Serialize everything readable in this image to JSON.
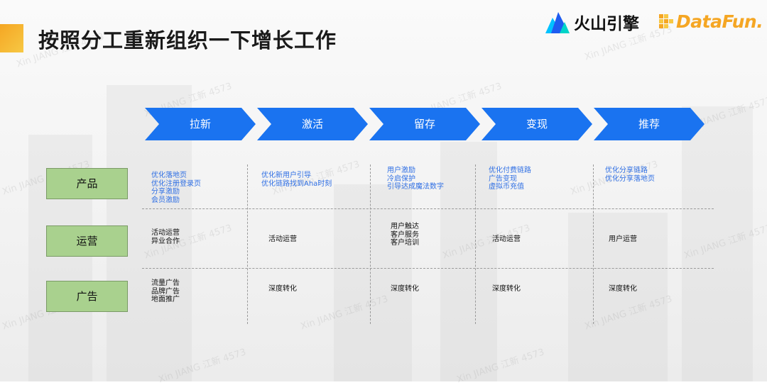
{
  "title": "按照分工重新组织一下增长工作",
  "logos": {
    "volcano_text": "火山引擎",
    "datafun_text": "DataFun."
  },
  "colors": {
    "stage_blue": "#1a73f0",
    "row_green": "#a9d18e",
    "product_text": "#2f6fe4",
    "accent": "#f5a623"
  },
  "stages": [
    "拉新",
    "激活",
    "留存",
    "变现",
    "推荐"
  ],
  "rows": [
    "产品",
    "运营",
    "广告"
  ],
  "cells": {
    "product": [
      [
        "优化落地页",
        "优化注册登录页",
        "分享激励",
        "会员激励"
      ],
      [
        "优化新用户引导",
        "优化链路找到Aha时刻"
      ],
      [
        "用户激励",
        "冷启保护",
        "引导达成魔法数字"
      ],
      [
        "优化付费链路",
        "广告变现",
        "虚拟币充值"
      ],
      [
        "优化分享链路",
        "优化分享落地页"
      ]
    ],
    "operation": [
      [
        "活动运营",
        "异业合作"
      ],
      [
        "活动运营"
      ],
      [
        "用户触达",
        "客户服务",
        "客户培训"
      ],
      [
        "活动运营"
      ],
      [
        "用户运营"
      ]
    ],
    "ads": [
      [
        "流量广告",
        "品牌广告",
        "地面推广"
      ],
      [
        "深度转化"
      ],
      [
        "深度转化"
      ],
      [
        "深度转化"
      ],
      [
        "深度转化"
      ]
    ]
  },
  "watermark": "Xin JIANG 江新 4573"
}
